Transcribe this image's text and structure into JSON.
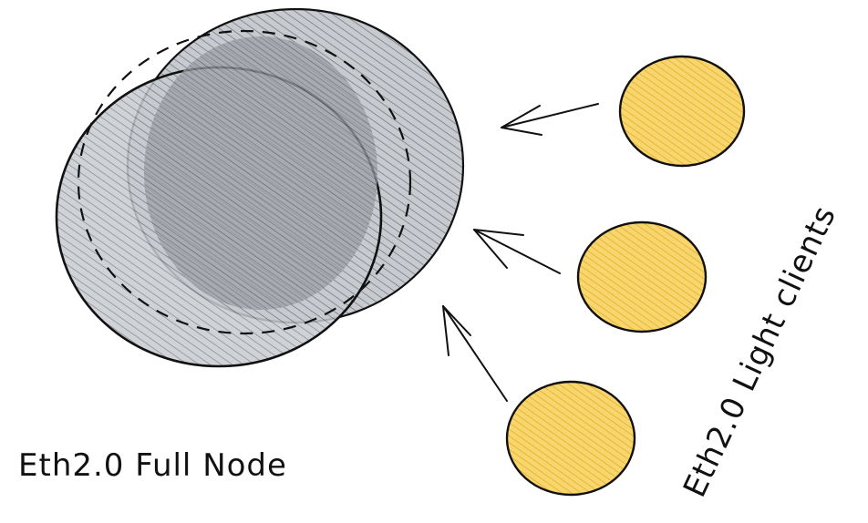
{
  "colors": {
    "background": "#ffffff",
    "full_node_fill": "#b8bcc2",
    "full_node_hatch": "#7e838a",
    "full_node_inner_fill": "#8f949b",
    "light_client_fill": "#f6cf5e",
    "light_client_hatch": "#e9ad16",
    "stroke": "#111111"
  },
  "labels": {
    "full_node": "Eth2.0 Full Node",
    "light_clients": "Eth2.0 Light clients"
  },
  "icons": {
    "full_node": "full-node-circle",
    "light_client": "light-client-circle",
    "arrow": "arrow-left"
  }
}
